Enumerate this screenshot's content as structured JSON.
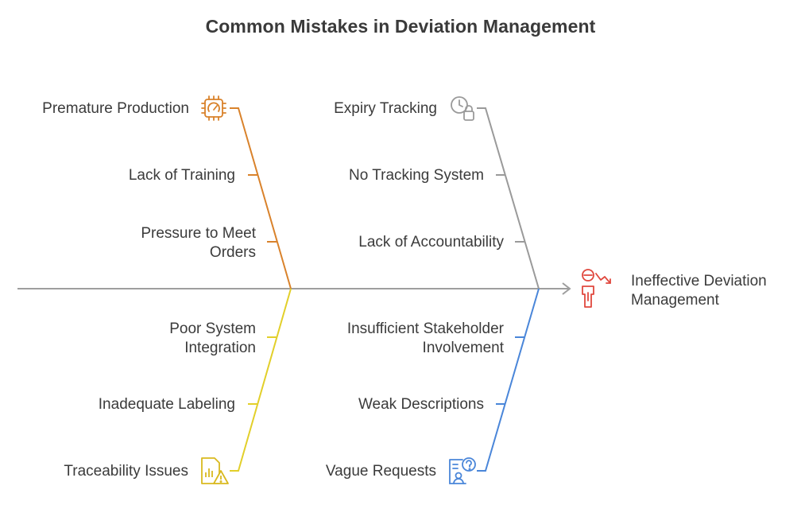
{
  "title": "Common Mistakes in Deviation Management",
  "effect": {
    "line1": "Ineffective Deviation",
    "line2": "Management",
    "icon": "person-declining-chart-icon",
    "color": "#e0483e"
  },
  "categories": [
    {
      "color": "#d9822b",
      "icon": "gauge-chip-icon",
      "head": "Premature Production",
      "causes": [
        {
          "line1": "Lack of Training"
        },
        {
          "line1": "Pressure to Meet",
          "line2": "Orders"
        }
      ]
    },
    {
      "color": "#9a9a9a",
      "icon": "clock-lock-icon",
      "head": "Expiry Tracking",
      "causes": [
        {
          "line1": "No Tracking System"
        },
        {
          "line1": "Lack of Accountability"
        }
      ]
    },
    {
      "color": "#e2cf2a",
      "icon": "chart-warning-icon",
      "head": "Traceability Issues",
      "causes": [
        {
          "line1": "Poor System",
          "line2": "Integration"
        },
        {
          "line1": "Inadequate Labeling"
        }
      ]
    },
    {
      "color": "#4a86d9",
      "icon": "document-question-person-icon",
      "head": "Vague Requests",
      "causes": [
        {
          "line1": "Insufficient Stakeholder",
          "line2": "Involvement"
        },
        {
          "line1": "Weak Descriptions"
        }
      ]
    }
  ],
  "spine_color": "#9e9e9e"
}
